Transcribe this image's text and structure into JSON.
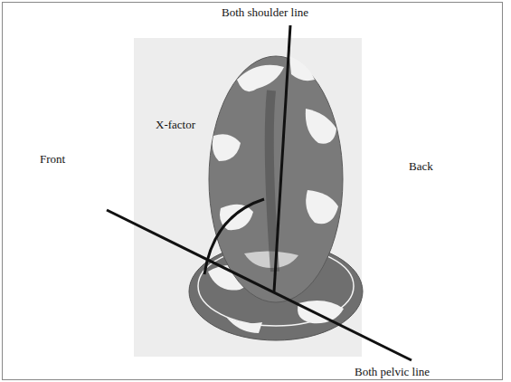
{
  "diagram": {
    "labels": [
      "Both shoulder line",
      "Front",
      "X-factor",
      "Back",
      "Both pelvic line"
    ]
  }
}
